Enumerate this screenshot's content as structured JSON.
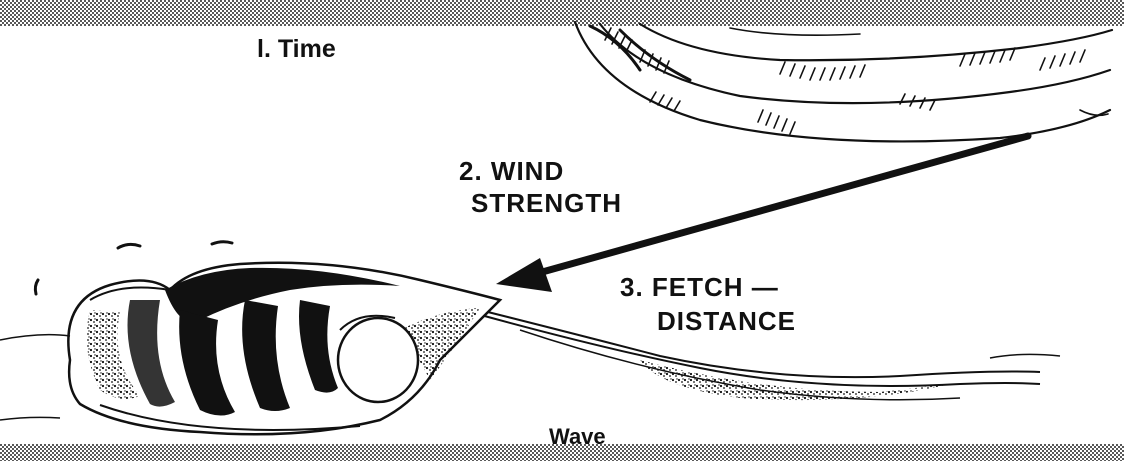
{
  "labels": {
    "time": "l. Time",
    "wind_line1": "2. WIND",
    "wind_line2": "STRENGTH",
    "fetch_line1": "3. FETCH —",
    "fetch_line2": "DISTANCE",
    "wave": "Wave"
  },
  "icons": [
    "cloud-icon",
    "wind-arrow-icon",
    "wave-icon"
  ],
  "colors": {
    "ink": "#111111",
    "paper": "#ffffff"
  }
}
